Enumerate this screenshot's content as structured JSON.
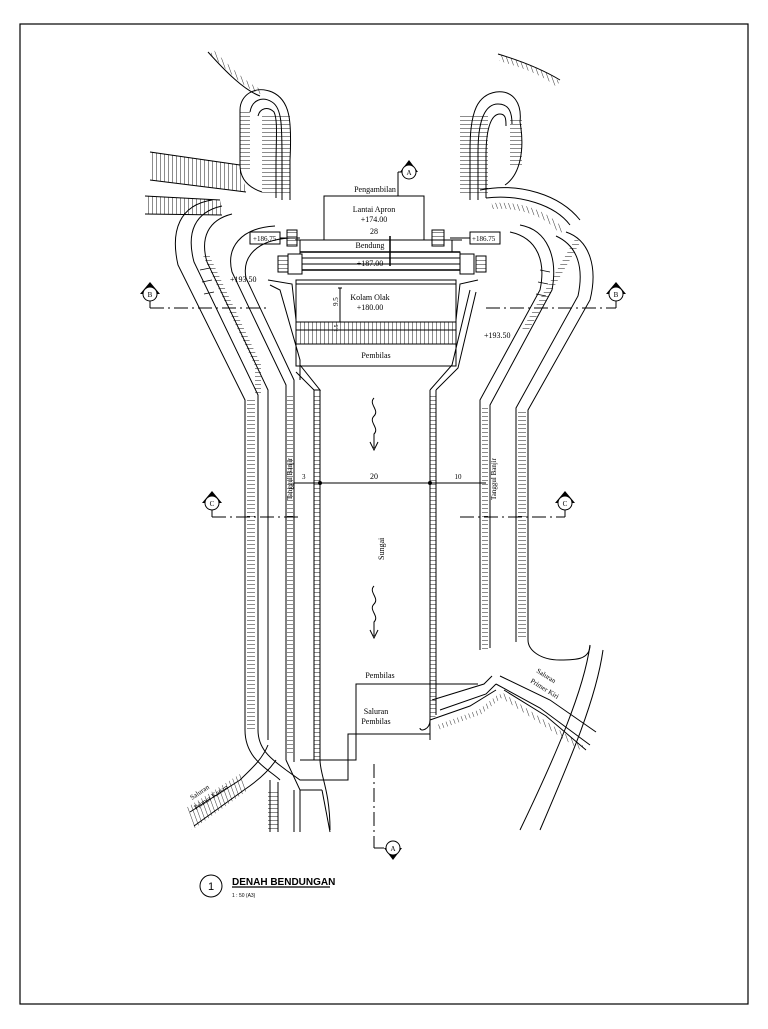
{
  "drawing": {
    "labels": {
      "pengambilan": "Pengambilan",
      "lantai_apron": "Lantai Apron",
      "lantai_apron_elev": "+174.00",
      "width_28": "28",
      "bendung": "Bendung",
      "bendung_elev": "+187.00",
      "elev_left_box": "+186.75",
      "elev_right_box": "+186.75",
      "bank_left_elev": "+193.50",
      "bank_right_elev": "+193.50",
      "kolam_olak": "Kolam Olak",
      "kolam_olak_elev": "+180.00",
      "dim_9_5": "9.5",
      "dim_1_5": "1.5",
      "pembilas_top": "Pembilas",
      "tanggul_kiri": "Tanggul Banjir",
      "tanggul_kanan": "Tanggul Banjir",
      "dim_3": "3",
      "dim_20": "20",
      "dim_10": "10",
      "sungai": "Sungai",
      "pembilas_bottom": "Pembilas",
      "saluran_pembilas_1": "Saluran",
      "saluran_pembilas_2": "Pembilas",
      "saluran_kanan_1": "Saluran",
      "saluran_kanan_2": "Primer Kanan",
      "saluran_kiri_1": "Saluran",
      "saluran_kiri_2": "Primer Kiri"
    },
    "section_marks": {
      "a_top": "A",
      "a_bottom": "A",
      "b_left": "B",
      "b_right": "B",
      "c_left": "C",
      "c_right": "C"
    },
    "title": {
      "number": "1",
      "name": "DENAH BENDUNGAN",
      "scale": "1 : 50 (A3)"
    }
  }
}
